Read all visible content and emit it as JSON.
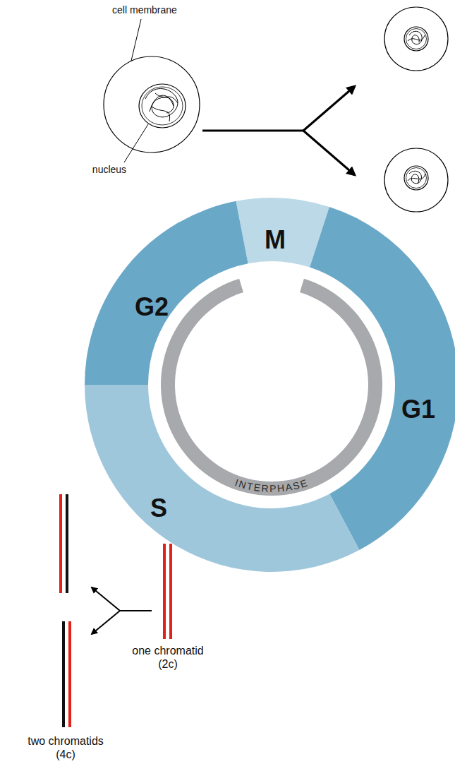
{
  "diagram": {
    "nodes": [
      {
        "text": [
          "M"
        ]
      },
      {
        "text": [
          "G2"
        ]
      },
      {
        "text": [
          "G1"
        ]
      },
      {
        "text": [
          "S"
        ]
      },
      {
        "text": [
          "INTERPHASE"
        ]
      }
    ],
    "labels": [
      "cell membrane",
      "nucleus",
      "one chromatid (2c)",
      "two chromatids (4c)"
    ]
  }
}
